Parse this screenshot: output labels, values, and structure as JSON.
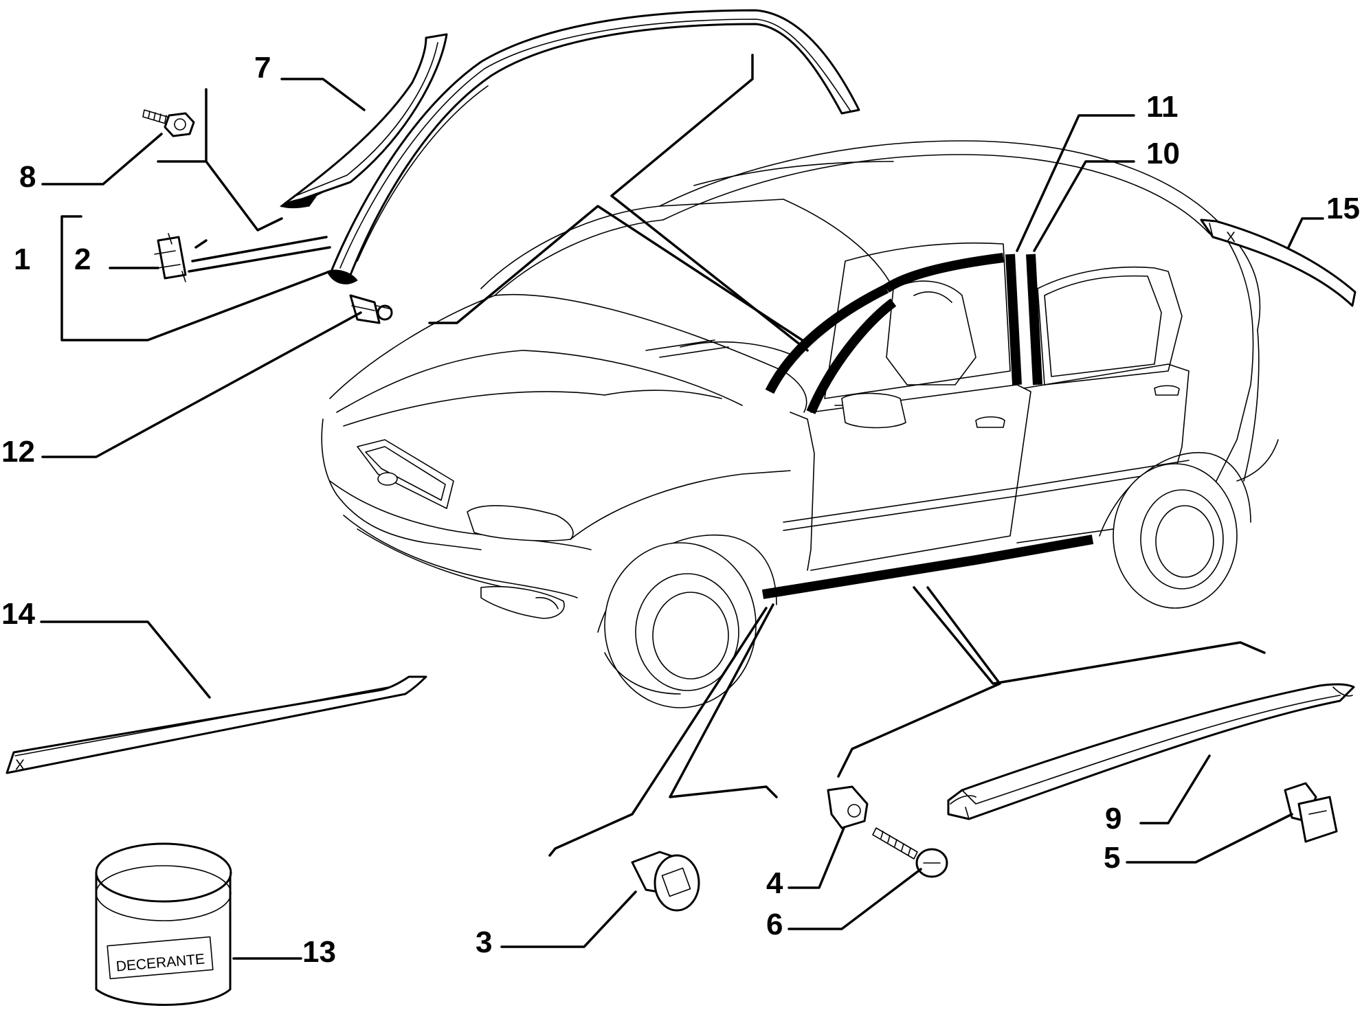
{
  "callouts": {
    "c1": "1",
    "c2": "2",
    "c3": "3",
    "c4": "4",
    "c5": "5",
    "c6": "6",
    "c7": "7",
    "c8": "8",
    "c9": "9",
    "c10": "10",
    "c11": "11",
    "c12": "12",
    "c13": "13",
    "c14": "14",
    "c15": "15"
  },
  "jar_label": "DECERANTE",
  "trim_mark_14": "X",
  "trim_mark_15": "X"
}
